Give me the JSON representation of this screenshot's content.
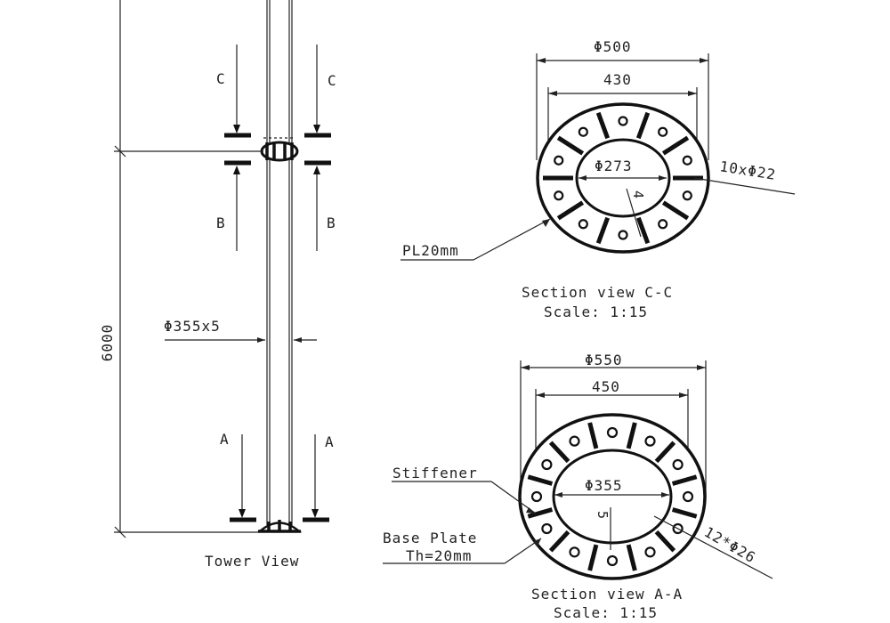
{
  "tower": {
    "height_label": "6000",
    "pipe_label": "Φ355x5",
    "cut_c": "C",
    "cut_b": "B",
    "cut_a": "A",
    "caption": "Tower View"
  },
  "section_cc": {
    "outer_dia": "Φ500",
    "bolt_circle": "430",
    "inner_dia": "Φ273",
    "thickness_mark": "4",
    "holes": "10xΦ22",
    "plate": "PL20mm",
    "title": "Section view C-C",
    "scale": "Scale:  1:15",
    "hole_count": 10,
    "stiffener_count": 10
  },
  "section_aa": {
    "outer_dia": "Φ550",
    "bolt_circle": "450",
    "inner_dia": "Φ355",
    "thickness_mark": "5",
    "holes": "12*Φ26",
    "stiffener": "Stiffener",
    "base_plate_line1": "Base Plate",
    "base_plate_line2": "Th=20mm",
    "title": "Section view A-A",
    "scale": "Scale:  1:15",
    "hole_count": 12,
    "stiffener_count": 12
  }
}
